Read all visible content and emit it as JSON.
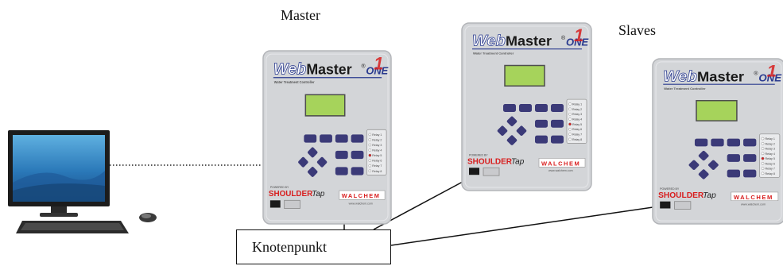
{
  "diagram": {
    "labels": {
      "master": "Master",
      "slaves": "Slaves",
      "hub": "Knotenpunkt"
    },
    "controller": {
      "brand_web": "Web",
      "brand_master": "Master",
      "brand_one": "ONE",
      "subtitle": "Water Treatment Controller",
      "relays": [
        "Relay 1",
        "Relay 2",
        "Relay 3",
        "Relay 4",
        "Relay 5",
        "Relay 6",
        "Relay 7",
        "Relay 8"
      ],
      "active_relay_index": 4,
      "powered_by": "POWERED BY",
      "shouldertap": "SHOULDER",
      "tap": "Tap",
      "walchem": "WALCHEM",
      "website": "www.walchem.com"
    },
    "colors": {
      "panel": "#d3d5d8",
      "screen": "#a6d35b",
      "button": "#3b3a78",
      "brand_blue": "#2a3b8f",
      "brand_red": "#d81e1e",
      "screen_blue": "#2f78b8"
    }
  }
}
